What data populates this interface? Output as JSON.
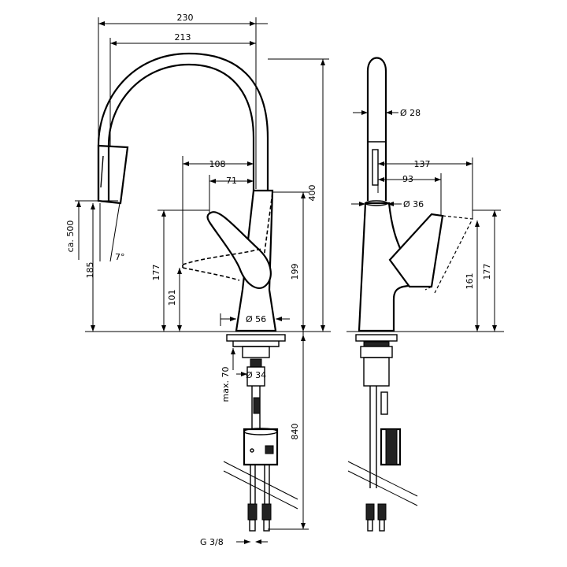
{
  "dimensions": {
    "width_230": "230",
    "width_213": "213",
    "height_400": "400",
    "width_108": "108",
    "width_71": "71",
    "dia_28": "Ø 28",
    "dia_36": "Ø 36",
    "dia_56": "Ø 56",
    "dia_34": "Ø 34",
    "width_137": "137",
    "width_93": "93",
    "pullout_500": "ca. 500",
    "height_185": "185",
    "angle_7": "7°",
    "handle_177_left": "177",
    "handle_101": "101",
    "spout_199": "199",
    "handle_177_right": "177",
    "handle_161": "161",
    "max_70": "max. 70",
    "hose_840": "840",
    "thread": "G 3/8"
  }
}
